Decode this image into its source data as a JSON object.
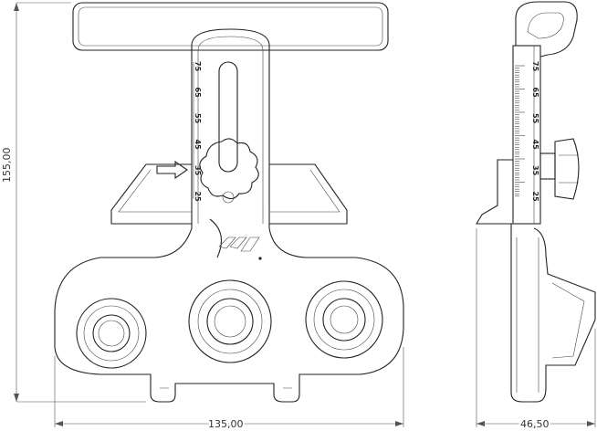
{
  "dimensions": {
    "height": "155,00",
    "width": "135,00",
    "depth": "46,50"
  },
  "front_scale": [
    "75",
    "65",
    "55",
    "45",
    "35",
    "25"
  ],
  "side_scale": [
    "75",
    "65",
    "55",
    "45",
    "35",
    "25"
  ]
}
